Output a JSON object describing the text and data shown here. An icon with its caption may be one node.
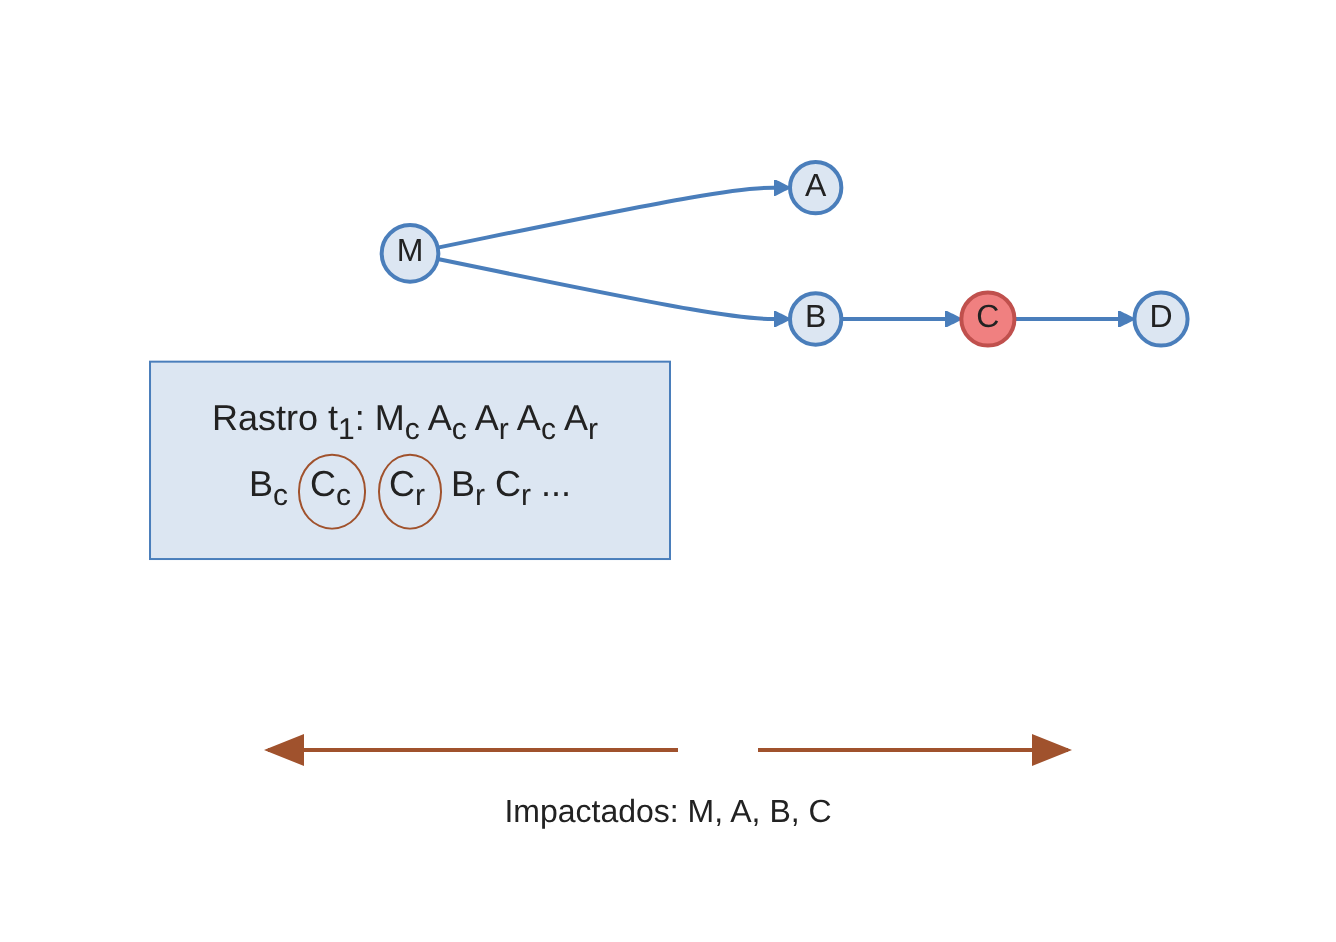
{
  "diagram": {
    "nodes": [
      {
        "text": [
          "M"
        ]
      },
      {
        "text": [
          "A"
        ]
      },
      {
        "text": [
          "B"
        ]
      },
      {
        "text": [
          "C"
        ]
      },
      {
        "text": [
          "D"
        ]
      },
      {
        "text": [
          "Rastro t$_{1}$: M$_{c}$ A$_{c}$ A$_{r}$ A$_{c}$ A$_{r}$ B$_{c}$ C$_{c}$ C$_{r}$ B$_{r}$ C$_{r}$ ..."
        ]
      }
    ],
    "edges": [
      {
        "from": 0,
        "to": 1,
        "arrow": "to"
      },
      {
        "from": 0,
        "to": 2,
        "arrow": "to"
      },
      {
        "from": 2,
        "to": 3,
        "arrow": "to"
      },
      {
        "from": 3,
        "to": 4,
        "arrow": "to"
      }
    ],
    "labels": [
      "Impactados: M, A, B, C"
    ]
  }
}
